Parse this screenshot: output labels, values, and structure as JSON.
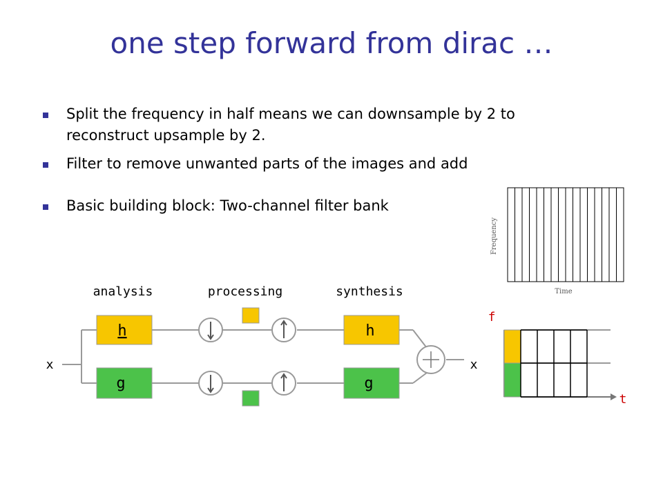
{
  "slide": {
    "title": "one step forward from dirac …",
    "bullets": [
      "Split the frequency in half means we can downsample by 2 to reconstruct upsample by 2.",
      "Filter to remove unwanted parts of the images and add",
      "Basic building block: Two-channel filter bank"
    ]
  },
  "diagram": {
    "stage_labels": {
      "analysis": "analysis",
      "processing": "processing",
      "synthesis": "synthesis"
    },
    "analysis_filters": {
      "top": "h",
      "bottom": "g"
    },
    "synthesis_filters": {
      "top": "h",
      "bottom": "g"
    },
    "input_label": "x",
    "output_label": "x",
    "colors": {
      "low_band": "#f7c600",
      "high_band": "#4cc24a",
      "title": "#333399",
      "accent_red": "#cc0000"
    }
  },
  "spectrogram": {
    "ylabel": "Frequency",
    "xlabel": "Time"
  },
  "tiling": {
    "f_label": "f",
    "t_label": "t"
  }
}
